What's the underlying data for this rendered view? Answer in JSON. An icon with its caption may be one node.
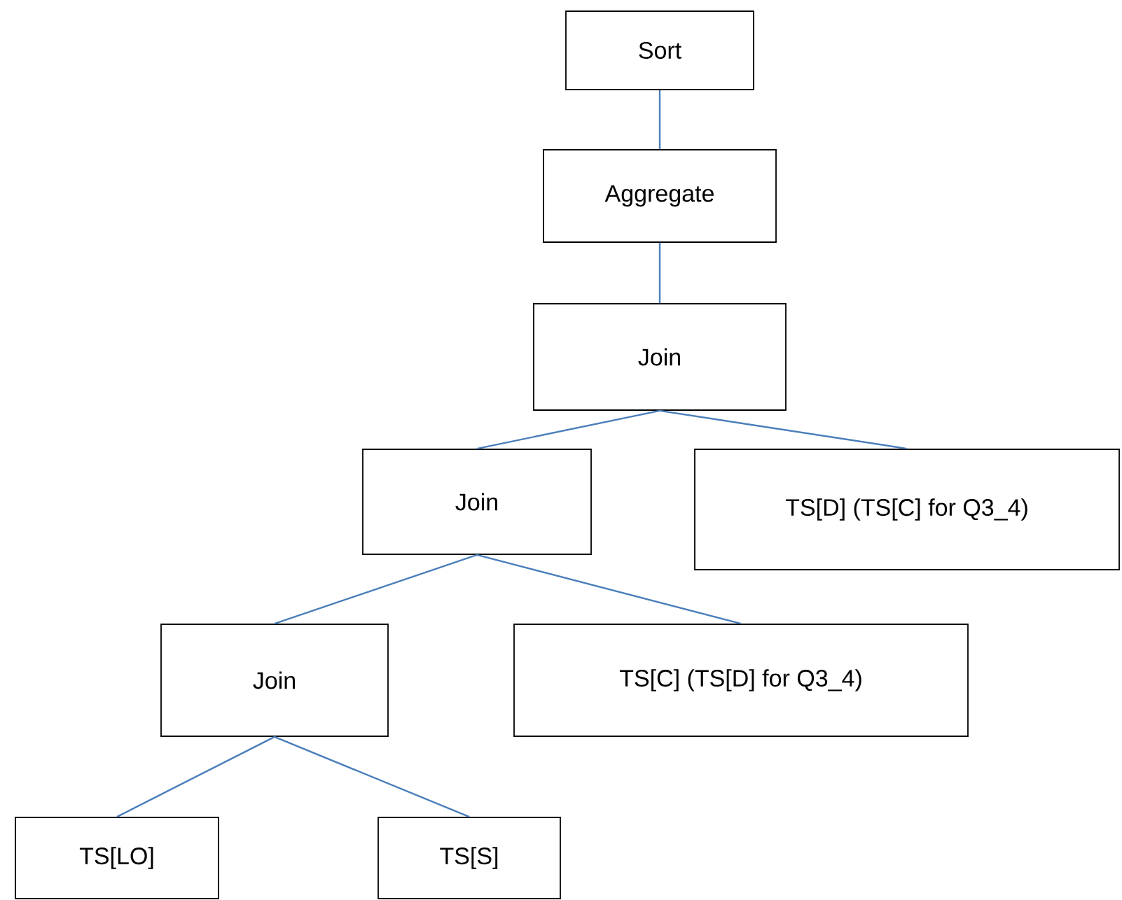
{
  "diagram": {
    "nodes": [
      {
        "text": [
          "Sort"
        ]
      },
      {
        "text": [
          "Aggregate"
        ]
      },
      {
        "text": [
          "Join"
        ]
      },
      {
        "text": [
          "Join"
        ]
      },
      {
        "text": [
          "TS[D] (TS[C] for Q3_4)"
        ]
      },
      {
        "text": [
          "Join"
        ]
      },
      {
        "text": [
          "TS[C] (TS[D] for Q3_4)"
        ]
      },
      {
        "text": [
          "TS[LO]"
        ]
      },
      {
        "text": [
          "TS[S]"
        ]
      }
    ],
    "edges": [
      {
        "from": 0,
        "to": 1,
        "arrow": "none"
      },
      {
        "from": 1,
        "to": 2,
        "arrow": "none"
      },
      {
        "from": 2,
        "to": 3,
        "arrow": "none"
      },
      {
        "from": 2,
        "to": 4,
        "arrow": "none"
      },
      {
        "from": 3,
        "to": 5,
        "arrow": "none"
      },
      {
        "from": 3,
        "to": 6,
        "arrow": "none"
      },
      {
        "from": 5,
        "to": 7,
        "arrow": "none"
      },
      {
        "from": 5,
        "to": 8,
        "arrow": "none"
      }
    ]
  }
}
